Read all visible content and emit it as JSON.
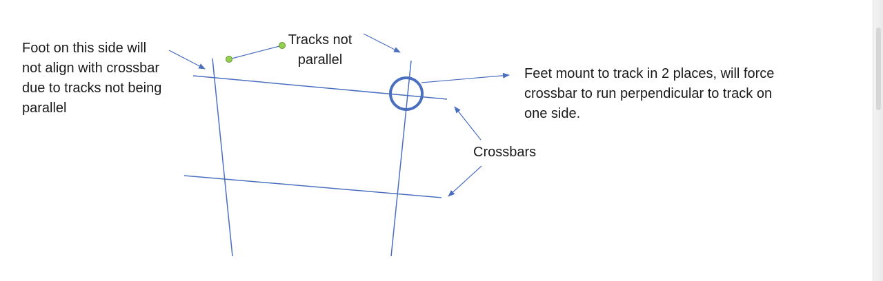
{
  "colors": {
    "line": "#4A6FBF",
    "highlight_circle": "#4A6FBF",
    "point_marker": "#92D050",
    "text": "#1a1a1a"
  },
  "labels": {
    "foot_note": [
      "Foot on this side will",
      "not align with crossbar",
      "due to tracks not being",
      "parallel"
    ],
    "tracks_note": [
      "Tracks not",
      "parallel"
    ],
    "feet_note": [
      "Feet mount to track in 2 places, will force",
      "crossbar to run perpendicular to track on",
      "one side."
    ],
    "crossbars_note": "Crossbars"
  }
}
